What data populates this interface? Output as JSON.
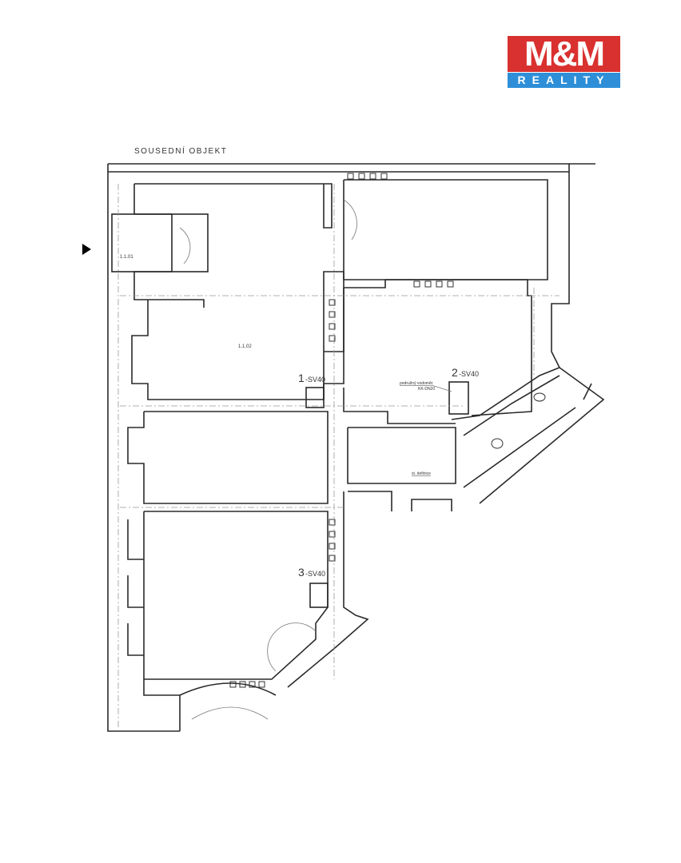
{
  "logo": {
    "top": "M&M",
    "bottom": "REALITY",
    "colors": {
      "red": "#d9312f",
      "blue": "#2e8fd8"
    }
  },
  "plan": {
    "neighbor_label": "SOUSEDNÍ OBJEKT",
    "rooms": [
      "1.1.01",
      "1.1.02"
    ],
    "risers": [
      {
        "num": "1",
        "code": "-SV40"
      },
      {
        "num": "2",
        "code": "-SV40"
      },
      {
        "num": "3",
        "code": "-SV40"
      }
    ],
    "notes": [
      "podružný vodoměr",
      "KK-DN20",
      "st. definice"
    ],
    "entrance_marker": "arrow-right-icon"
  }
}
